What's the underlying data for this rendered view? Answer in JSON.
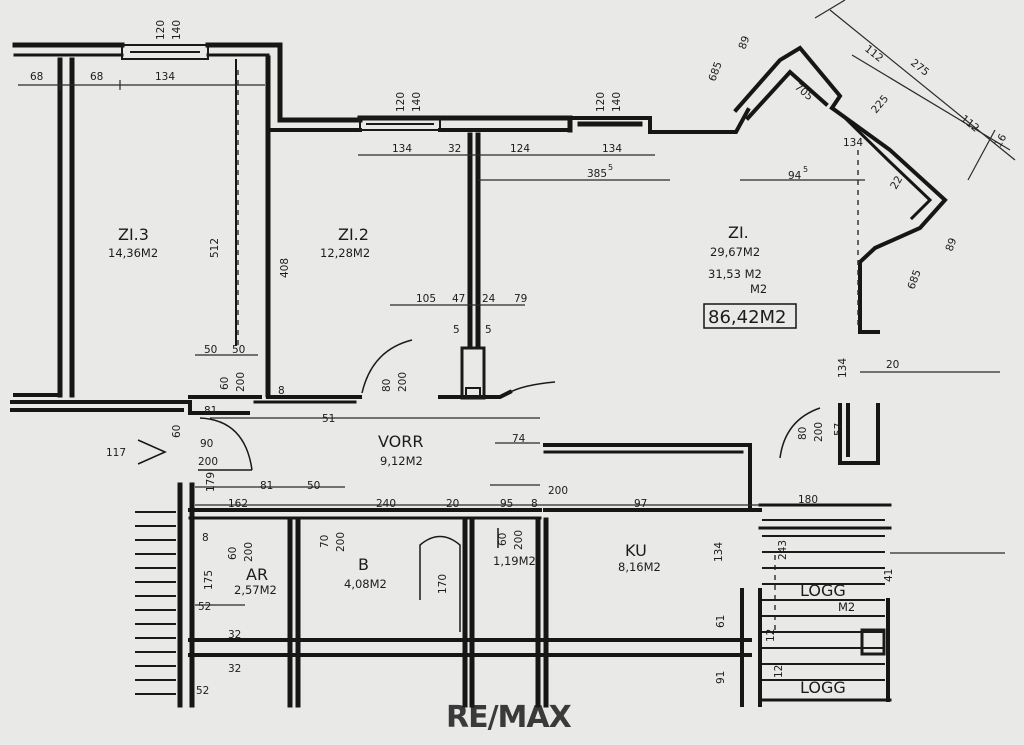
{
  "rooms": {
    "zi3": {
      "name": "ZI.3",
      "area": "14,36M2"
    },
    "zi2": {
      "name": "ZI.2",
      "area": "12,28M2"
    },
    "zi1": {
      "name": "ZI.",
      "area": "29,67M2",
      "area2": "31,53 M2",
      "area3": "M2"
    },
    "vorr": {
      "name": "VORR",
      "area": "9,12M2"
    },
    "ar": {
      "name": "AR",
      "area": "2,57M2"
    },
    "b": {
      "name": "B",
      "area": "4,08M2"
    },
    "wc": {
      "area": "1,19M2"
    },
    "ku": {
      "name": "KU",
      "area": "8,16M2"
    },
    "logg": {
      "name": "LOGG",
      "area": "M2"
    },
    "logg2": {
      "name": "LOGG"
    }
  },
  "total_area": "86,42M2",
  "dims": {
    "t120a": "120",
    "t140a": "140",
    "d68a": "68",
    "d68b": "68",
    "d134a": "134",
    "t120b": "120",
    "t140b": "140",
    "t120c": "120",
    "t140c": "140",
    "d134b": "134",
    "d32a": "32",
    "d124": "124",
    "d134c": "134",
    "d3855": "385",
    "sup5a": "5",
    "d945": "94",
    "sup5b": "5",
    "d512": "512",
    "d408": "408",
    "d105": "105",
    "d47": "47",
    "d24": "24",
    "d79": "79",
    "d5a": "5",
    "d5b": "5",
    "d50a": "50",
    "d50b": "50",
    "d60a": "60",
    "d200a": "200",
    "d80a": "80",
    "d200b": "200",
    "d8a": "8",
    "d81a": "81",
    "d51": "51",
    "d74": "74",
    "d80b": "80",
    "d200c": "200",
    "d57": "57",
    "d20": "20",
    "d134d": "134",
    "d134e": "134",
    "d90": "90",
    "d200d": "200",
    "d60b": "60",
    "d179": "179",
    "d81b": "81",
    "d50c": "50",
    "d162": "162",
    "d240": "240",
    "d20b": "20",
    "d95": "95",
    "d8b": "8",
    "d200e": "200",
    "d97": "97",
    "d180": "180",
    "d8c": "8",
    "d60c": "60",
    "d200f": "200",
    "d70": "70",
    "d200g": "200",
    "d60d": "60",
    "d200h": "200",
    "d175": "175",
    "d52a": "52",
    "d32b": "32",
    "d32c": "32",
    "d52b": "52",
    "d170": "170",
    "d134f": "134",
    "d243": "243",
    "d41": "41",
    "d61": "61",
    "d12a": "12",
    "d12b": "12",
    "d91": "91",
    "d112a": "112",
    "d275": "275",
    "d112b": "112",
    "d225": "225",
    "d89a": "89",
    "d685a": "685",
    "d89b": "89",
    "d685b": "685",
    "d705": "705",
    "d22": "22",
    "d16": "16",
    "d117": "117"
  },
  "brand": "RE/MAX",
  "colors": {
    "paper": "#e9e9e7",
    "ink": "#161616",
    "watermark": "#ffffff"
  }
}
